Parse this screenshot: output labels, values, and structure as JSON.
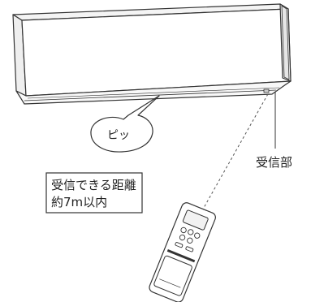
{
  "callout": {
    "sound": "ピッ"
  },
  "receiver": {
    "label": "受信部"
  },
  "distance_box": {
    "line1": "受信できる距離",
    "line2": "約7m以内"
  }
}
